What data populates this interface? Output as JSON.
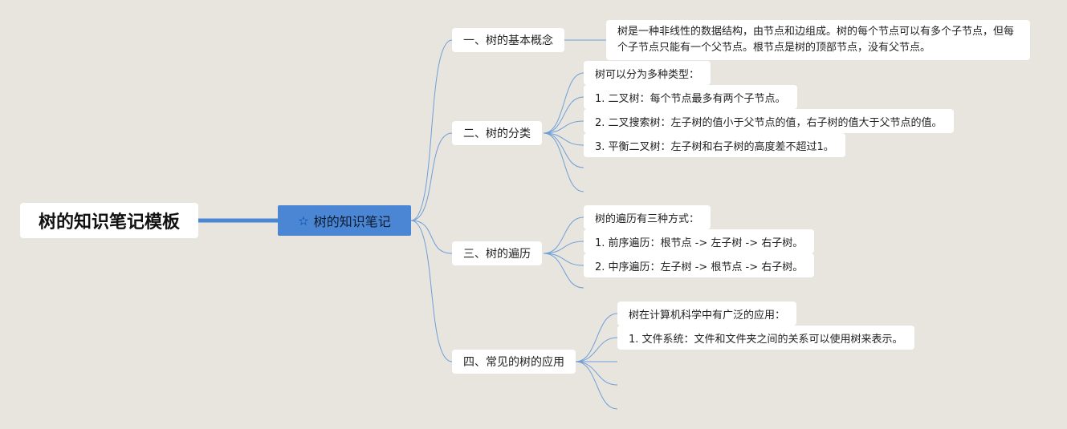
{
  "title": "树的知识笔记模板",
  "root": {
    "label": "树的知识笔记",
    "icon": "star-icon"
  },
  "colors": {
    "background": "#e8e5de",
    "root_fill": "#4a86d4",
    "connector": "#4a86d4"
  },
  "branches": [
    {
      "label": "一、树的基本概念",
      "children": [
        "树是一种非线性的数据结构，由节点和边组成。树的每个节点可以有多个子节点，但每个子节点只能有一个父节点。根节点是树的顶部节点，没有父节点。"
      ]
    },
    {
      "label": "二、树的分类",
      "children": [
        "树可以分为多种类型：",
        "1. 二叉树：每个节点最多有两个子节点。",
        "2. 二叉搜索树：左子树的值小于父节点的值，右子树的值大于父节点的值。",
        "3. 平衡二叉树：左子树和右子树的高度差不超过1。"
      ]
    },
    {
      "label": "三、树的遍历",
      "children": [
        "树的遍历有三种方式：",
        "1. 前序遍历：根节点 -> 左子树 -> 右子树。",
        "2. 中序遍历：左子树 -> 根节点 -> 右子树。"
      ]
    },
    {
      "label": "四、常见的树的应用",
      "children": [
        "树在计算机科学中有广泛的应用：",
        "1. 文件系统：文件和文件夹之间的关系可以使用树来表示。"
      ]
    }
  ]
}
